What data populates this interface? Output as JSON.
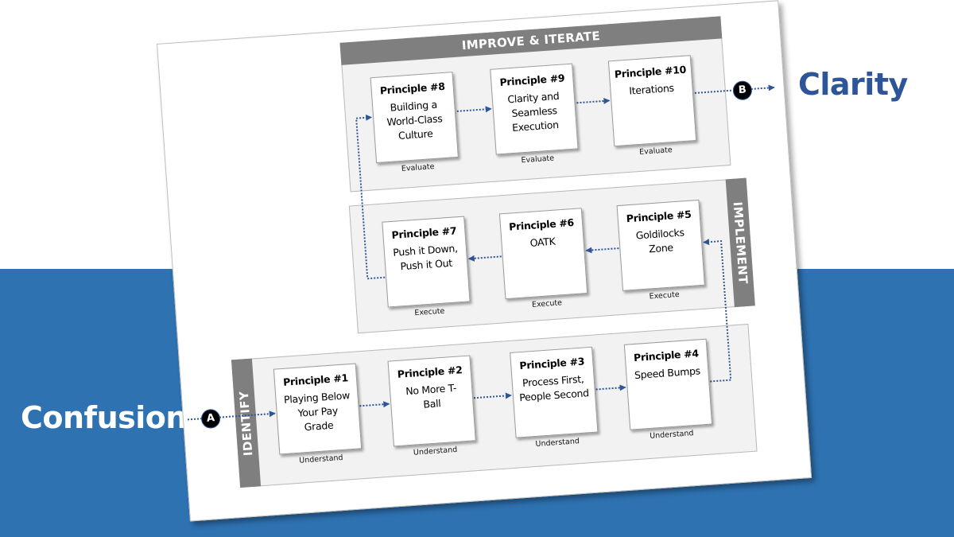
{
  "start_label": "Confusion",
  "end_label": "Clarity",
  "colors": {
    "background_band": "#2e72b2",
    "clarity_text": "#2e5597",
    "section_header": "#7f7f7f",
    "connector": "#2e5597"
  },
  "nodes": {
    "start": "A",
    "end": "B"
  },
  "phases": {
    "identify": {
      "title": "IDENTIFY",
      "principles": [
        {
          "title": "Principle #1",
          "desc": "Playing Below Your Pay Grade",
          "stage": "Understand"
        },
        {
          "title": "Principle #2",
          "desc": "No More T-Ball",
          "stage": "Understand"
        },
        {
          "title": "Principle #3",
          "desc": "Process First, People Second",
          "stage": "Understand"
        },
        {
          "title": "Principle #4",
          "desc": "Speed Bumps",
          "stage": "Understand"
        }
      ]
    },
    "implement": {
      "title": "IMPLEMENT",
      "principles": [
        {
          "title": "Principle #5",
          "desc": "Goldilocks Zone",
          "stage": "Execute"
        },
        {
          "title": "Principle #6",
          "desc": "OATK",
          "stage": "Execute"
        },
        {
          "title": "Principle #7",
          "desc": "Push it Down, Push it Out",
          "stage": "Execute"
        }
      ]
    },
    "improve": {
      "title": "IMPROVE & ITERATE",
      "principles": [
        {
          "title": "Principle #8",
          "desc": "Building a World-Class Culture",
          "stage": "Evaluate"
        },
        {
          "title": "Principle #9",
          "desc": "Clarity and Seamless Execution",
          "stage": "Evaluate"
        },
        {
          "title": "Principle #10",
          "desc": "Iterations",
          "stage": "Evaluate"
        }
      ]
    }
  }
}
